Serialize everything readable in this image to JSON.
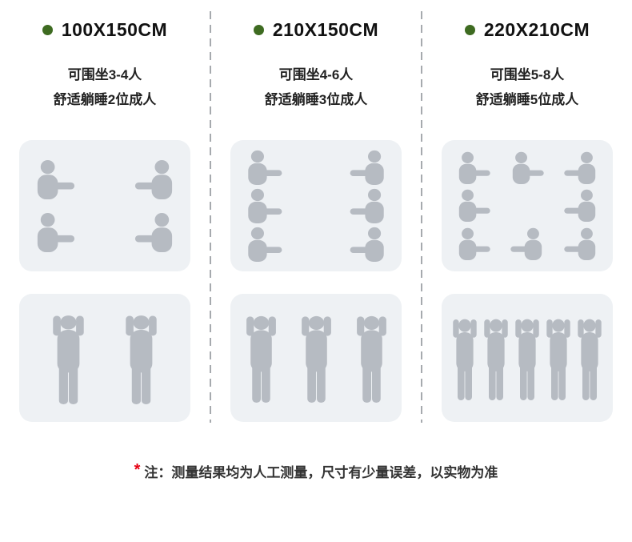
{
  "columns": [
    {
      "size_label": "100X150CM",
      "capacity_line1": "可围坐3-4人",
      "capacity_line2": "舒适躺睡2位成人",
      "seated_rows": [
        [
          "R",
          "L"
        ],
        [
          "R",
          "L"
        ]
      ],
      "seated_count": 4,
      "lying_count": 2
    },
    {
      "size_label": "210X150CM",
      "capacity_line1": "可围坐4-6人",
      "capacity_line2": "舒适躺睡3位成人",
      "seated_rows": [
        [
          "R",
          "L"
        ],
        [
          "R",
          "L"
        ],
        [
          "R",
          "L"
        ]
      ],
      "seated_count": 6,
      "lying_count": 3
    },
    {
      "size_label": "220X210CM",
      "capacity_line1": "可围坐5-8人",
      "capacity_line2": "舒适躺睡5位成人",
      "seated_rows": [
        [
          "R",
          "R",
          "L"
        ],
        [
          "R",
          "",
          "L"
        ],
        [
          "R",
          "L",
          "L"
        ]
      ],
      "seated_count": 8,
      "lying_count": 5
    }
  ],
  "note": {
    "marker": "*",
    "text": "注：测量结果均为人工测量，尺寸有少量误差，以实物为准"
  },
  "icons": {
    "bullet": "green-dot",
    "seated": "seated-person-silhouette",
    "lying": "lying-person-silhouette"
  },
  "colors": {
    "accent_green": "#3e6b21",
    "figure_gray": "#b6bbc2",
    "box_background": "#eef1f4",
    "note_red": "#e60012",
    "divider_gray": "#a6aaae",
    "heading_text": "#111111",
    "body_text": "#222222"
  }
}
